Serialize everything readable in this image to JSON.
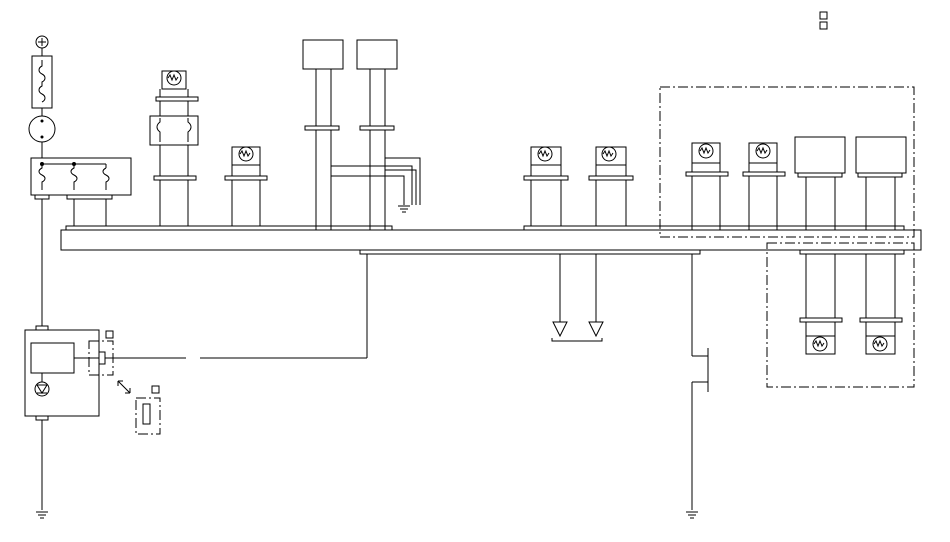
{
  "diagram": {
    "type": "wiring-schematic",
    "background": "#ffffff",
    "line_color": "#000000",
    "components": {
      "battery": "battery-symbol",
      "fuses": [
        "main-fuse",
        "fuse-box"
      ],
      "lamps": 10,
      "relay_boxes": 4,
      "connectors": 14,
      "ground_points": 3,
      "optional_blocks": 2
    }
  }
}
